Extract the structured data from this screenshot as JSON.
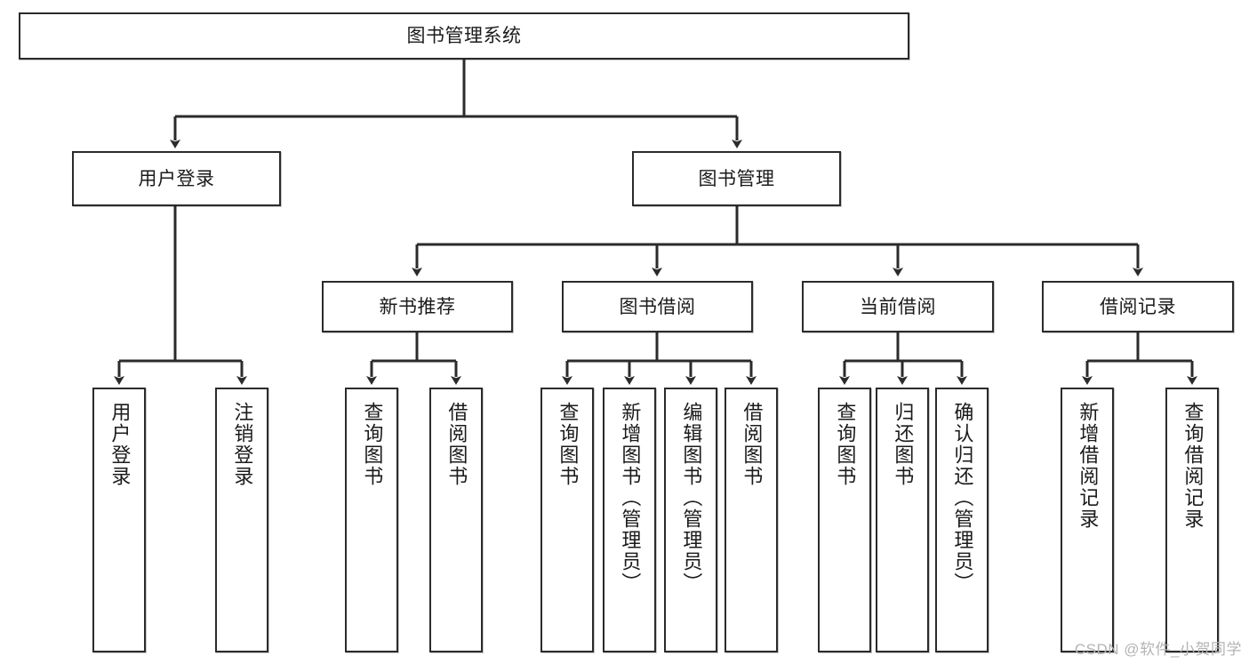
{
  "diagram": {
    "title": "图书管理系统",
    "type": "tree",
    "watermark": "CSDN @软件_小贺同学",
    "colors": {
      "border": "#2b2b2b",
      "fill": "#ffffff",
      "text": "#1b1b1b",
      "edge": "#2b2b2b",
      "watermark": "#b4b4b4"
    },
    "nodes": {
      "root": {
        "label": "图书管理系统"
      },
      "level2": [
        {
          "label": "用户登录"
        },
        {
          "label": "图书管理"
        }
      ],
      "level3": [
        {
          "label": "新书推荐"
        },
        {
          "label": "图书借阅"
        },
        {
          "label": "当前借阅"
        },
        {
          "label": "借阅记录"
        }
      ],
      "leaves": {
        "user_login": [
          {
            "label": "用户登录"
          },
          {
            "label": "注销登录"
          }
        ],
        "new_book_recommend": [
          {
            "label": "查询图书"
          },
          {
            "label": "借阅图书"
          }
        ],
        "book_borrow": [
          {
            "label": "查询图书"
          },
          {
            "label": "新增图书（管理员）"
          },
          {
            "label": "编辑图书（管理员）"
          },
          {
            "label": "借阅图书"
          }
        ],
        "current_borrow": [
          {
            "label": "查询图书"
          },
          {
            "label": "归还图书"
          },
          {
            "label": "确认归还（管理员）"
          }
        ],
        "borrow_record": [
          {
            "label": "新增借阅记录"
          },
          {
            "label": "查询借阅记录"
          }
        ]
      }
    }
  }
}
